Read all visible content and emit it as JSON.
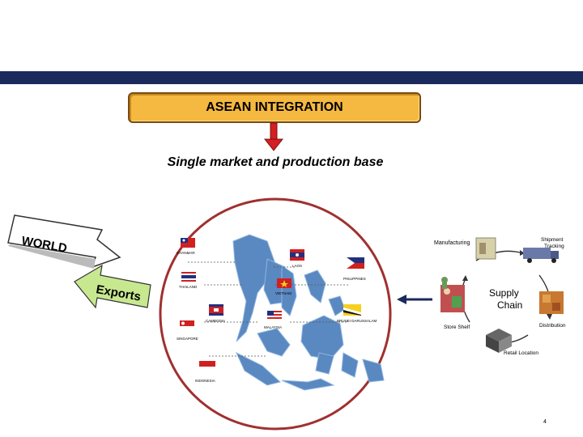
{
  "header": {
    "title": "ASEAN INTEGRATION",
    "subtitle": "Single market and production base"
  },
  "flow": {
    "world_label": "WORLD",
    "exports_label": "Exports"
  },
  "countries": {
    "myanmar": "MYANMAR",
    "laos": "LAOS",
    "thailand": "THAILAND",
    "philippines": "PHILIPPINES",
    "vietnam": "VIETNAM",
    "cambodia": "CAMBODIA",
    "malaysia": "MALAYSIA",
    "brunei": "BRUNEI DARUSSALAM",
    "singapore": "SINGAPORE",
    "indonesia": "INDONESIA"
  },
  "supply_chain": {
    "center_label_1": "Supply",
    "center_label_2": "Chain",
    "manufacturing": "Manufacturing",
    "shipment_tracking_1": "Shipment",
    "shipment_tracking_2": "Tracking",
    "distribution": "Distribution",
    "retail_location": "Retail Location",
    "store_shelf": "Store Shelf"
  },
  "page_number": "4",
  "colors": {
    "band": "#1b2a5c",
    "title_fill": "#f5b840",
    "arrow_red": "#d42020",
    "circle": "#a03030",
    "arrow_blue": "#1b2a5c"
  }
}
